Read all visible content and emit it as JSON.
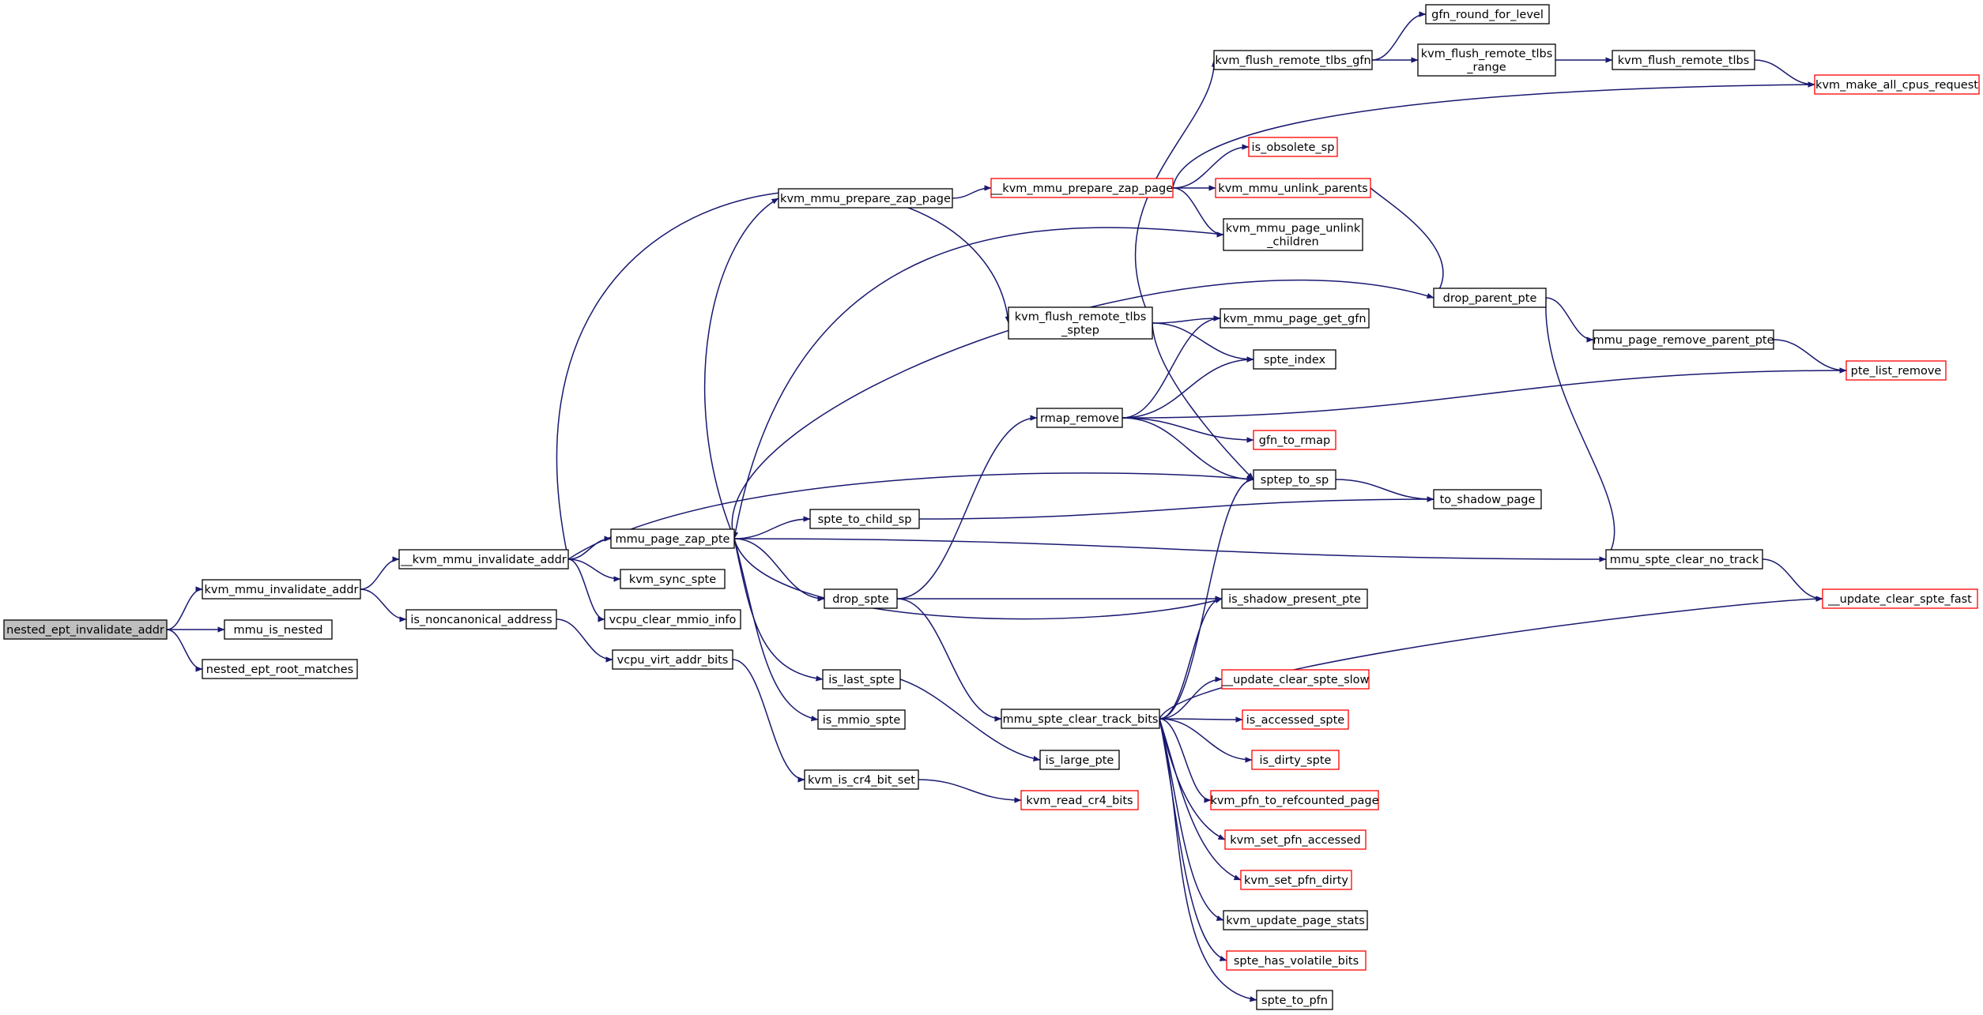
{
  "colors": {
    "edge": "#191970",
    "box_normal": "#000000",
    "box_truncated": "#ff0000",
    "root_fill": "#bfbfbf",
    "text": "#000000"
  },
  "nodes": [
    {
      "id": "n1",
      "lines": [
        "nested_ept_invalidate_addr"
      ],
      "style": "root"
    },
    {
      "id": "n2",
      "lines": [
        "kvm_mmu_invalidate_addr"
      ],
      "style": "normal"
    },
    {
      "id": "n3",
      "lines": [
        "mmu_is_nested"
      ],
      "style": "normal"
    },
    {
      "id": "n4",
      "lines": [
        "nested_ept_root_matches"
      ],
      "style": "normal"
    },
    {
      "id": "n5",
      "lines": [
        "__kvm_mmu_invalidate_addr"
      ],
      "style": "normal"
    },
    {
      "id": "n6",
      "lines": [
        "is_noncanonical_address"
      ],
      "style": "normal"
    },
    {
      "id": "n7",
      "lines": [
        "mmu_page_zap_pte"
      ],
      "style": "normal"
    },
    {
      "id": "n8",
      "lines": [
        "kvm_sync_spte"
      ],
      "style": "normal"
    },
    {
      "id": "n9",
      "lines": [
        "vcpu_clear_mmio_info"
      ],
      "style": "normal"
    },
    {
      "id": "n10",
      "lines": [
        "vcpu_virt_addr_bits"
      ],
      "style": "normal"
    },
    {
      "id": "n11",
      "lines": [
        "kvm_mmu_prepare_zap_page"
      ],
      "style": "normal"
    },
    {
      "id": "n12",
      "lines": [
        "spte_to_child_sp"
      ],
      "style": "normal"
    },
    {
      "id": "n13",
      "lines": [
        "drop_spte"
      ],
      "style": "normal"
    },
    {
      "id": "n14",
      "lines": [
        "is_last_spte"
      ],
      "style": "normal"
    },
    {
      "id": "n15",
      "lines": [
        "is_mmio_spte"
      ],
      "style": "normal"
    },
    {
      "id": "n16",
      "lines": [
        "kvm_is_cr4_bit_set"
      ],
      "style": "normal"
    },
    {
      "id": "n17",
      "lines": [
        "__kvm_mmu_prepare_zap_page"
      ],
      "style": "truncated"
    },
    {
      "id": "n18",
      "lines": [
        "kvm_flush_remote_tlbs",
        "_sptep"
      ],
      "style": "normal"
    },
    {
      "id": "n19",
      "lines": [
        "rmap_remove"
      ],
      "style": "normal"
    },
    {
      "id": "n20",
      "lines": [
        "mmu_spte_clear_track_bits"
      ],
      "style": "normal"
    },
    {
      "id": "n21",
      "lines": [
        "is_large_pte"
      ],
      "style": "normal"
    },
    {
      "id": "n22",
      "lines": [
        "kvm_read_cr4_bits"
      ],
      "style": "truncated"
    },
    {
      "id": "n23",
      "lines": [
        "kvm_flush_remote_tlbs_gfn"
      ],
      "style": "normal"
    },
    {
      "id": "n24",
      "lines": [
        "is_obsolete_sp"
      ],
      "style": "truncated"
    },
    {
      "id": "n25",
      "lines": [
        "kvm_mmu_unlink_parents"
      ],
      "style": "truncated"
    },
    {
      "id": "n26",
      "lines": [
        "kvm_mmu_page_unlink",
        "_children"
      ],
      "style": "normal"
    },
    {
      "id": "n27",
      "lines": [
        "kvm_mmu_page_get_gfn"
      ],
      "style": "normal"
    },
    {
      "id": "n28",
      "lines": [
        "spte_index"
      ],
      "style": "normal"
    },
    {
      "id": "n29",
      "lines": [
        "gfn_to_rmap"
      ],
      "style": "truncated"
    },
    {
      "id": "n30",
      "lines": [
        "sptep_to_sp"
      ],
      "style": "normal"
    },
    {
      "id": "n31",
      "lines": [
        "is_shadow_present_pte"
      ],
      "style": "normal"
    },
    {
      "id": "n32",
      "lines": [
        "__update_clear_spte_slow"
      ],
      "style": "truncated"
    },
    {
      "id": "n33",
      "lines": [
        "is_accessed_spte"
      ],
      "style": "truncated"
    },
    {
      "id": "n34",
      "lines": [
        "is_dirty_spte"
      ],
      "style": "truncated"
    },
    {
      "id": "n35",
      "lines": [
        "kvm_pfn_to_refcounted_page"
      ],
      "style": "truncated"
    },
    {
      "id": "n36",
      "lines": [
        "kvm_set_pfn_accessed"
      ],
      "style": "truncated"
    },
    {
      "id": "n37",
      "lines": [
        "kvm_set_pfn_dirty"
      ],
      "style": "truncated"
    },
    {
      "id": "n38",
      "lines": [
        "kvm_update_page_stats"
      ],
      "style": "normal"
    },
    {
      "id": "n39",
      "lines": [
        "spte_has_volatile_bits"
      ],
      "style": "truncated"
    },
    {
      "id": "n40",
      "lines": [
        "spte_to_pfn"
      ],
      "style": "normal"
    },
    {
      "id": "n41",
      "lines": [
        "gfn_round_for_level"
      ],
      "style": "normal"
    },
    {
      "id": "n42",
      "lines": [
        "kvm_flush_remote_tlbs",
        "_range"
      ],
      "style": "normal"
    },
    {
      "id": "n43",
      "lines": [
        "kvm_flush_remote_tlbs"
      ],
      "style": "normal"
    },
    {
      "id": "n44",
      "lines": [
        "kvm_make_all_cpus_request"
      ],
      "style": "truncated"
    },
    {
      "id": "n45",
      "lines": [
        "drop_parent_pte"
      ],
      "style": "normal"
    },
    {
      "id": "n46",
      "lines": [
        "mmu_page_remove_parent_pte"
      ],
      "style": "normal"
    },
    {
      "id": "n47",
      "lines": [
        "pte_list_remove"
      ],
      "style": "truncated"
    },
    {
      "id": "n48",
      "lines": [
        "to_shadow_page"
      ],
      "style": "normal"
    },
    {
      "id": "n49",
      "lines": [
        "mmu_spte_clear_no_track"
      ],
      "style": "normal"
    },
    {
      "id": "n50",
      "lines": [
        "__update_clear_spte_fast"
      ],
      "style": "truncated"
    }
  ],
  "edges": [
    [
      "n1",
      "n2"
    ],
    [
      "n1",
      "n3"
    ],
    [
      "n1",
      "n4"
    ],
    [
      "n2",
      "n5"
    ],
    [
      "n2",
      "n6"
    ],
    [
      "n5",
      "n7"
    ],
    [
      "n5",
      "n8"
    ],
    [
      "n5",
      "n9"
    ],
    [
      "n5",
      "n18"
    ],
    [
      "n5",
      "n30"
    ],
    [
      "n6",
      "n10"
    ],
    [
      "n10",
      "n16"
    ],
    [
      "n16",
      "n22"
    ],
    [
      "n7",
      "n11"
    ],
    [
      "n7",
      "n12"
    ],
    [
      "n7",
      "n13"
    ],
    [
      "n7",
      "n14"
    ],
    [
      "n7",
      "n15"
    ],
    [
      "n7",
      "n45"
    ],
    [
      "n7",
      "n49"
    ],
    [
      "n7",
      "n31"
    ],
    [
      "n26",
      "n7"
    ],
    [
      "n11",
      "n17"
    ],
    [
      "n17",
      "n24"
    ],
    [
      "n17",
      "n25"
    ],
    [
      "n17",
      "n26"
    ],
    [
      "n17",
      "n44"
    ],
    [
      "n25",
      "n45"
    ],
    [
      "n12",
      "n48"
    ],
    [
      "n13",
      "n19"
    ],
    [
      "n13",
      "n20"
    ],
    [
      "n13",
      "n31"
    ],
    [
      "n14",
      "n21"
    ],
    [
      "n18",
      "n23"
    ],
    [
      "n18",
      "n27"
    ],
    [
      "n18",
      "n28"
    ],
    [
      "n18",
      "n30"
    ],
    [
      "n19",
      "n27"
    ],
    [
      "n19",
      "n28"
    ],
    [
      "n19",
      "n29"
    ],
    [
      "n19",
      "n30"
    ],
    [
      "n19",
      "n47"
    ],
    [
      "n20",
      "n30"
    ],
    [
      "n20",
      "n31"
    ],
    [
      "n20",
      "n50"
    ],
    [
      "n20",
      "n32"
    ],
    [
      "n20",
      "n33"
    ],
    [
      "n20",
      "n34"
    ],
    [
      "n20",
      "n35"
    ],
    [
      "n20",
      "n36"
    ],
    [
      "n20",
      "n37"
    ],
    [
      "n20",
      "n38"
    ],
    [
      "n20",
      "n39"
    ],
    [
      "n20",
      "n40"
    ],
    [
      "n23",
      "n41"
    ],
    [
      "n23",
      "n42"
    ],
    [
      "n42",
      "n43"
    ],
    [
      "n43",
      "n44"
    ],
    [
      "n30",
      "n48"
    ],
    [
      "n45",
      "n46"
    ],
    [
      "n45",
      "n49"
    ],
    [
      "n46",
      "n47"
    ],
    [
      "n49",
      "n50"
    ]
  ]
}
